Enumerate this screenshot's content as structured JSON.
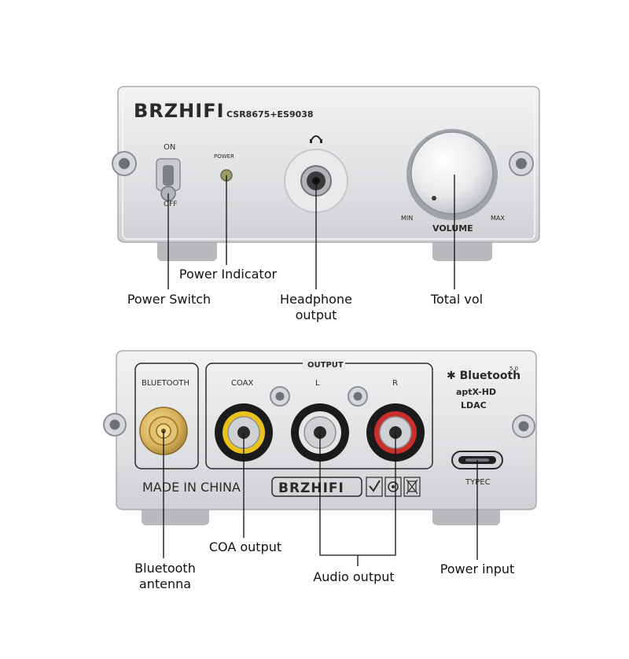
{
  "front_panel": {
    "brand_logo": "BRZHIFI",
    "model": "CSR8675+ES9038",
    "switch_on_text": "ON",
    "switch_off_text": "OFF",
    "power_led_text": "POWER",
    "knob_min_text": "MIN",
    "knob_max_text": "MAX",
    "knob_label": "VOLUME",
    "icons": [
      "headphone-icon"
    ]
  },
  "back_panel": {
    "bluetooth_box_label": "BLUETOOTH",
    "output_label": "OUTPUT",
    "jack_coax_text": "COAX",
    "jack_left_text": "L",
    "jack_right_text": "R",
    "bt_brand": "Bluetooth",
    "bt_version": "5.0",
    "codec_1": "aptX-HD",
    "codec_2": "LDAC",
    "usb_label": "TYPEC",
    "made_in": "MADE IN CHINA",
    "brand_logo": "BRZHIFI",
    "icons": [
      "rohs-check-icon",
      "recycle-icon",
      "weee-bin-icon"
    ]
  },
  "callouts": {
    "power_indicator": "Power Indicator",
    "power_switch": "Power Switch",
    "headphone_output": "Headphone output",
    "total_vol": "Total vol",
    "coa_output": "COA output",
    "bluetooth_antenna": "Bluetooth antenna",
    "audio_output": "Audio output",
    "power_input": "Power input"
  },
  "colors": {
    "panel": "#e4e5e7",
    "coax_ring": "#e8c21a",
    "left_ring": "#e6e6e6",
    "right_ring": "#c9302c",
    "antenna_gold": "#d9b25c"
  }
}
